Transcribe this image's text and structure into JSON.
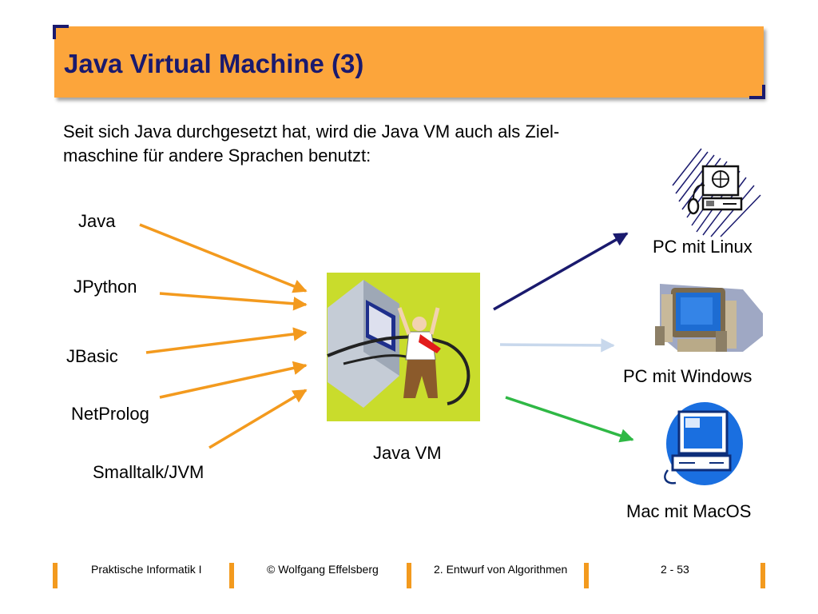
{
  "slide": {
    "title": "Java Virtual Machine (3)",
    "intro_line1": "Seit sich Java durchgesetzt hat, wird die Java VM auch als Ziel-",
    "intro_line2": "maschine für andere Sprachen benutzt:"
  },
  "languages": [
    "Java",
    "JPython",
    "JBasic",
    "NetProlog",
    "Smalltalk/JVM"
  ],
  "vm": {
    "label": "Java VM"
  },
  "targets": [
    "PC mit Linux",
    "PC mit Windows",
    "Mac mit MacOS"
  ],
  "footer": {
    "course": "Praktische Informatik I",
    "author": "© Wolfgang Effelsberg",
    "chapter": "2. Entwurf von Algorithmen",
    "page": "2 - 53"
  },
  "colors": {
    "title_bg": "#fca53b",
    "title_text": "#1a1a6e",
    "arrow_input": "#f39a1e",
    "arrow_linux": "#1a1a6e",
    "arrow_windows": "#c8d8ec",
    "arrow_mac": "#2fb845"
  },
  "icons": {
    "vm": "person-monitor-clipart-icon",
    "linux": "computer-globe-icon",
    "windows": "desktop-pc-icon",
    "mac": "blue-monitor-icon"
  }
}
